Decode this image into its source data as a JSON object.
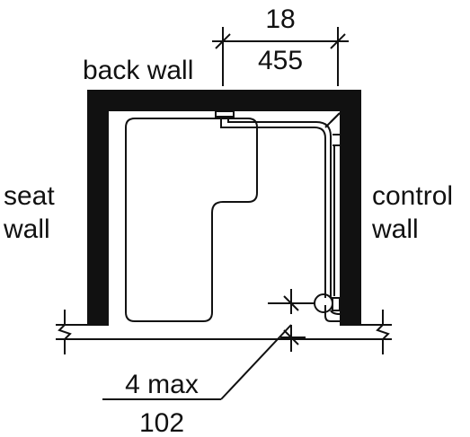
{
  "diagram": {
    "labels": {
      "back_wall": "back wall",
      "seat_wall_line1": "seat",
      "seat_wall_line2": "wall",
      "control_wall_line1": "control",
      "control_wall_line2": "wall"
    },
    "dimensions": {
      "grab_bar_extension_in": "18",
      "grab_bar_extension_mm": "455",
      "offset_max_in": "4 max",
      "offset_max_mm": "102"
    },
    "colors": {
      "ink": "#111111",
      "background": "#ffffff"
    }
  }
}
